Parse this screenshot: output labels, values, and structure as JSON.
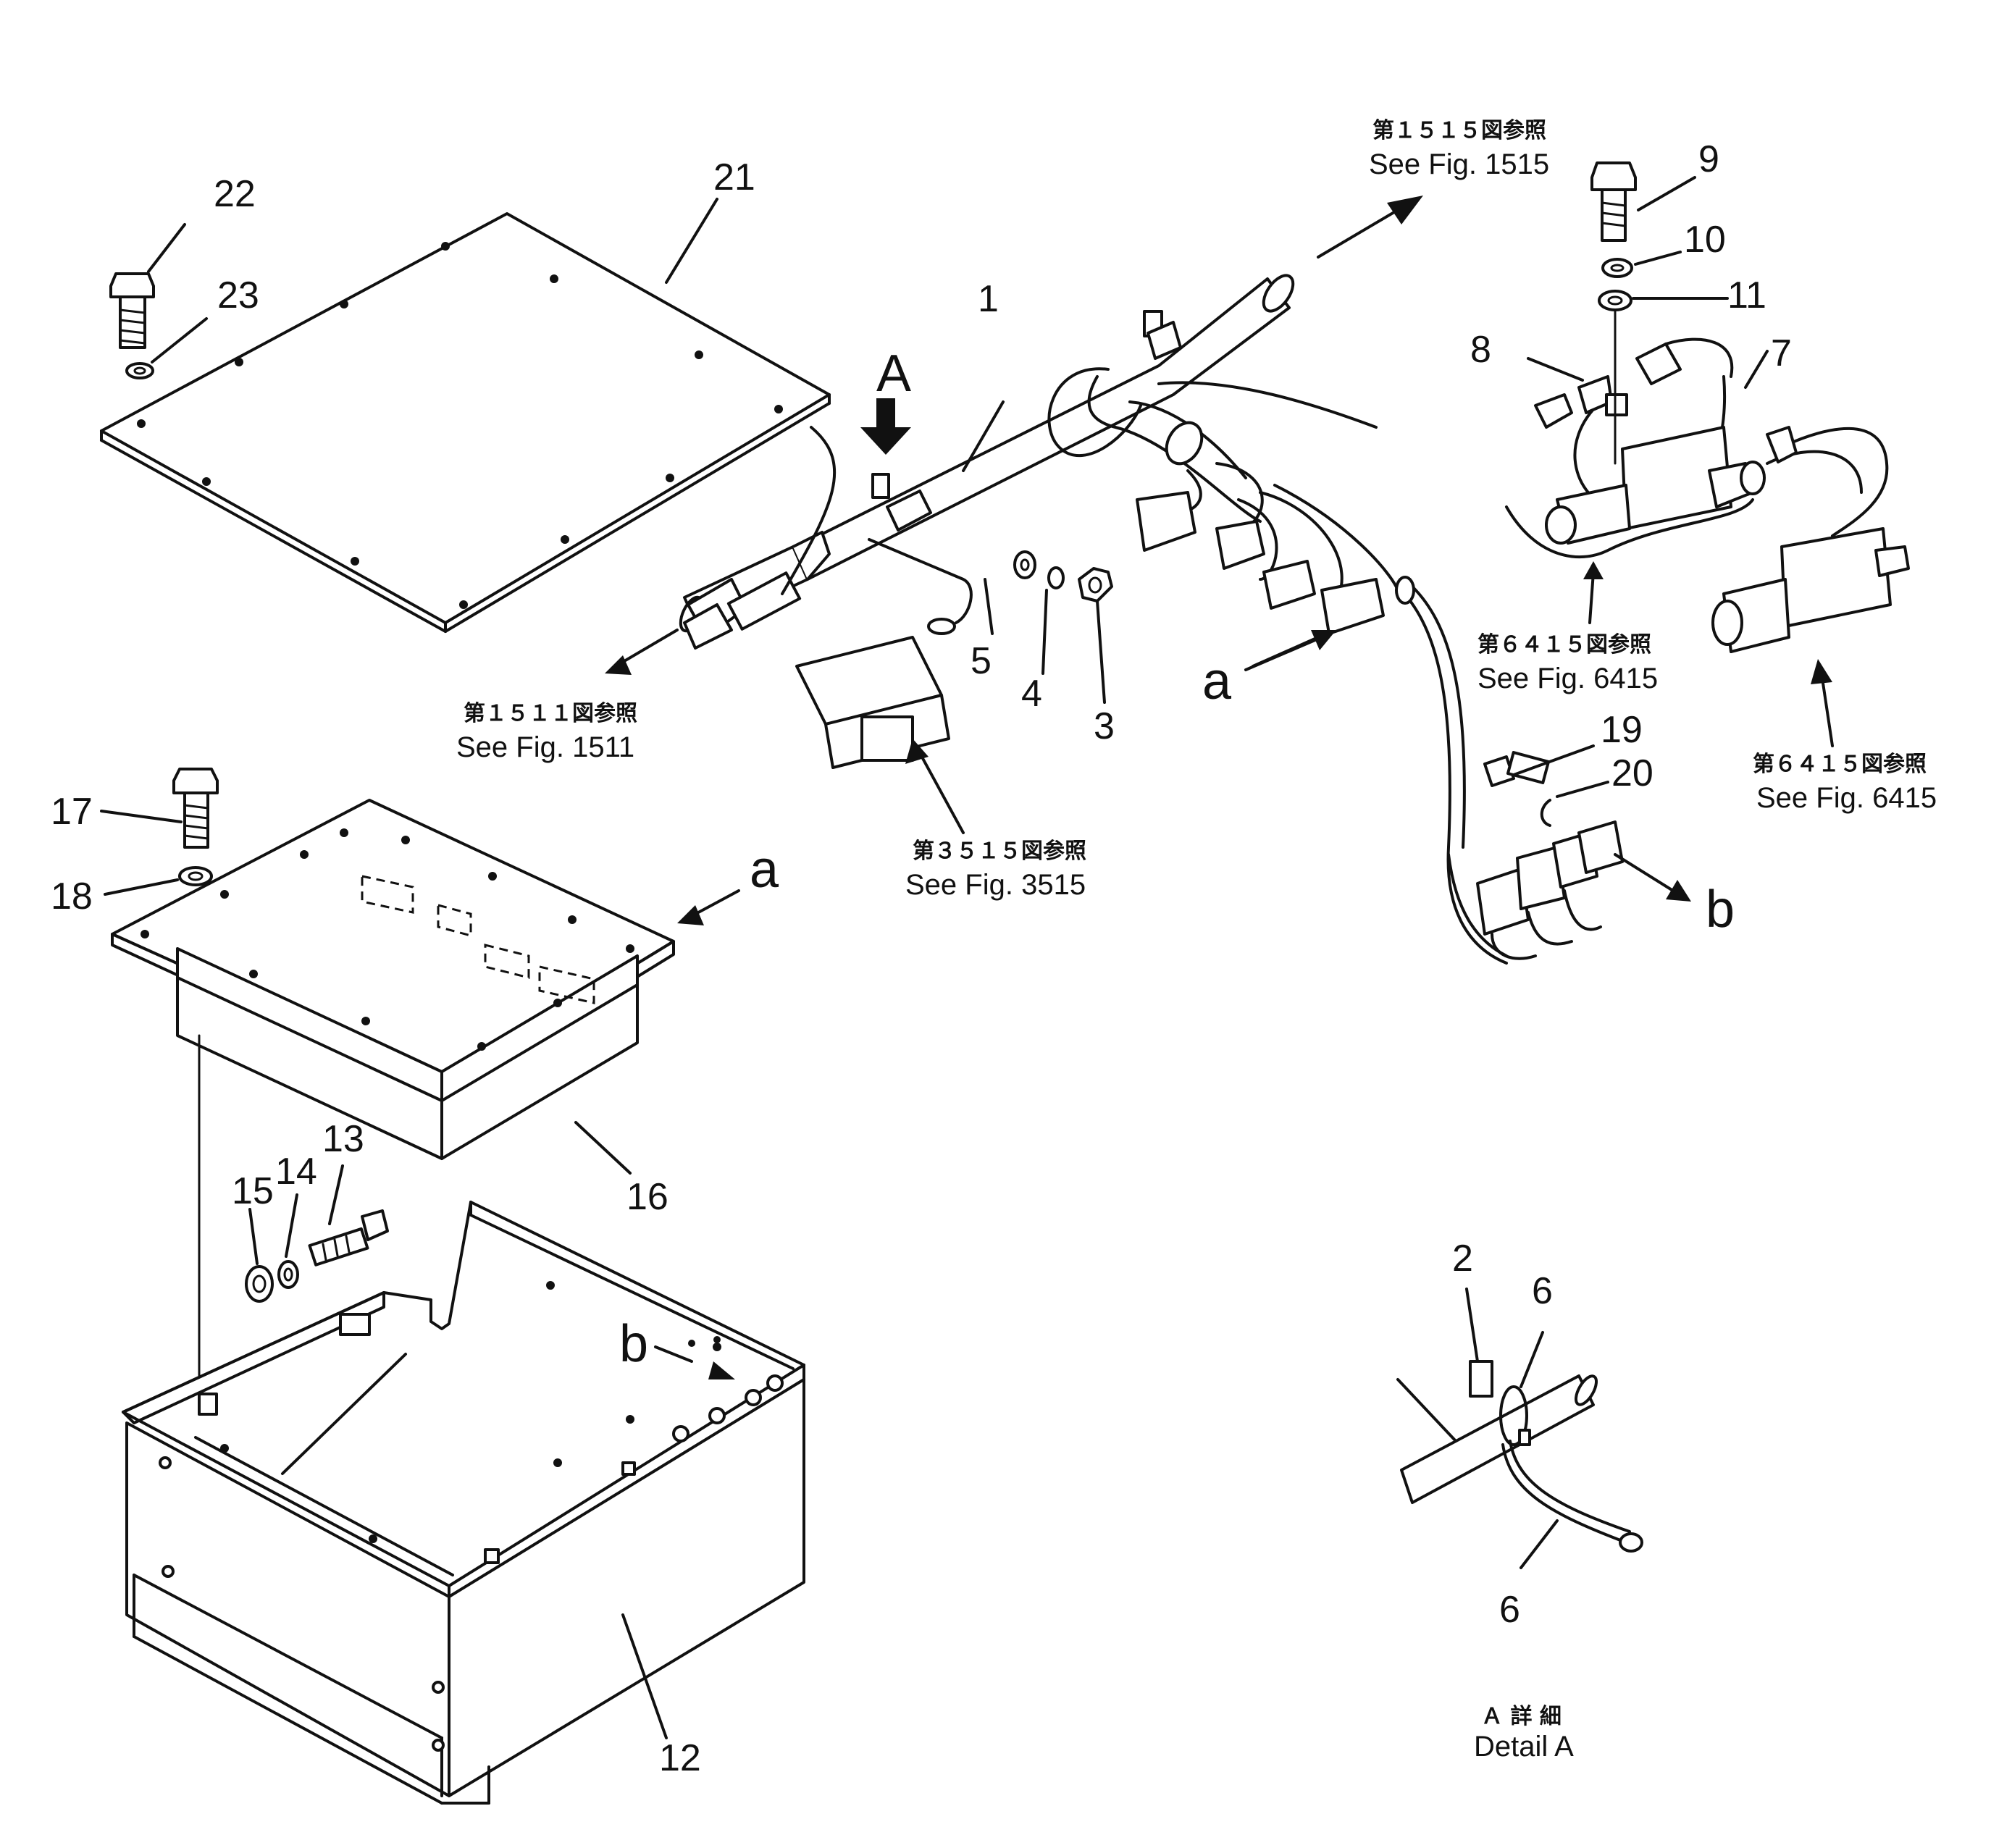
{
  "part_numbers": {
    "n1": "1",
    "n2": "2",
    "n3": "3",
    "n4": "4",
    "n5": "5",
    "n6": "6",
    "n7": "7",
    "n8": "8",
    "n9": "9",
    "n10": "10",
    "n11": "11",
    "n12": "12",
    "n13": "13",
    "n14": "14",
    "n15": "15",
    "n16": "16",
    "n17": "17",
    "n18": "18",
    "n19": "19",
    "n20": "20",
    "n21": "21",
    "n22": "22",
    "n23": "23"
  },
  "view_markers": {
    "A": "A",
    "a": "a",
    "b": "b"
  },
  "references": {
    "fig1515_jp": "第１５１５図参照",
    "fig1515_en": "See Fig. 1515",
    "fig1511_jp": "第１５１１図参照",
    "fig1511_en": "See Fig. 1511",
    "fig3515_jp": "第３５１５図参照",
    "fig3515_en": "See Fig. 3515",
    "fig6415_jp": "第６４１５図参照",
    "fig6415_en": "See Fig. 6415"
  },
  "detail": {
    "title_jp": "Ａ 詳 細",
    "title_en": "Detail A"
  }
}
